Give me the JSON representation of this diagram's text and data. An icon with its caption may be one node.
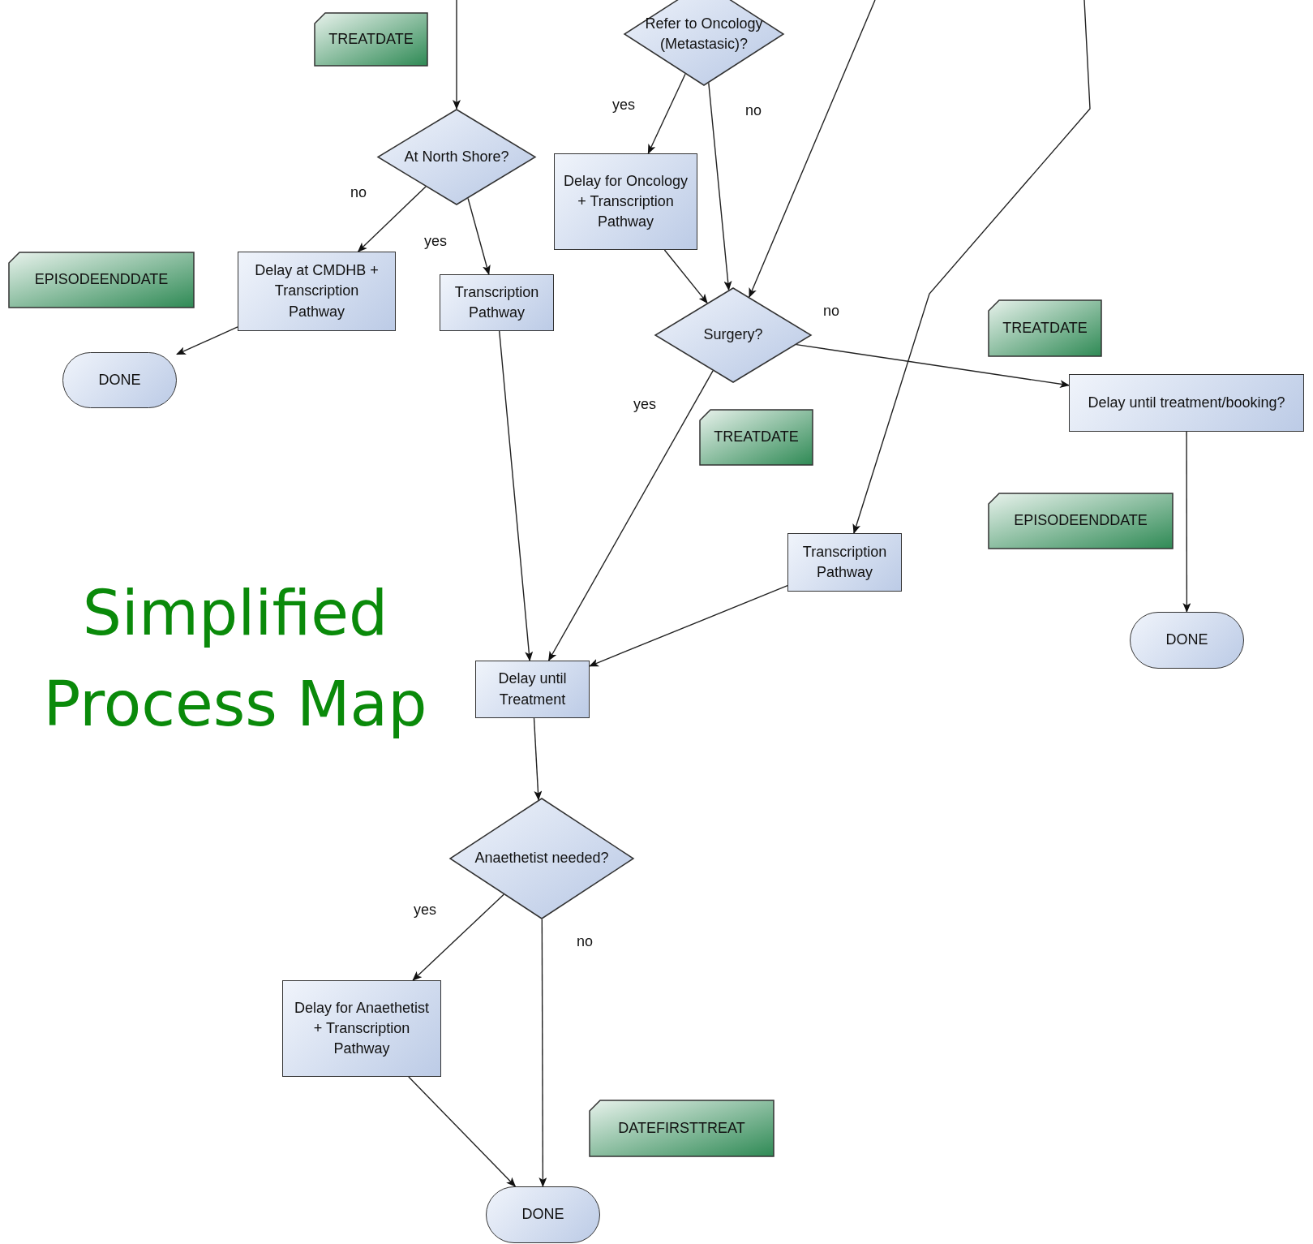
{
  "diagram": {
    "title": "Simplified Process Map",
    "nodes": [
      {
        "text": [
          "TREATDATE"
        ]
      },
      {
        "text": [
          "Refer to Oncology (Metastasic)?"
        ]
      },
      {
        "text": [
          "At North Shore?"
        ]
      },
      {
        "text": [
          "Delay for Oncology + Transcription Pathway"
        ]
      },
      {
        "text": [
          "Delay at CMDHB + Transcription Pathway"
        ]
      },
      {
        "text": [
          "EPISODEENDDATE"
        ]
      },
      {
        "text": [
          "Transcription Pathway"
        ]
      },
      {
        "text": [
          "Surgery?"
        ]
      },
      {
        "text": [
          "TREATDATE"
        ]
      },
      {
        "text": [
          "DONE"
        ]
      },
      {
        "text": [
          "Delay until treatment/booking?"
        ]
      },
      {
        "text": [
          "TREATDATE"
        ]
      },
      {
        "text": [
          "EPISODEENDDATE"
        ]
      },
      {
        "text": [
          "Transcription Pathway"
        ]
      },
      {
        "text": [
          "DONE"
        ]
      },
      {
        "text": [
          "Delay until Treatment"
        ]
      },
      {
        "text": [
          "Anaethetist needed?"
        ]
      },
      {
        "text": [
          "Delay for Anaethetist + Transcription Pathway"
        ]
      },
      {
        "text": [
          "DATEFIRSTTREAT"
        ]
      },
      {
        "text": [
          "DONE"
        ]
      }
    ],
    "edges": [
      {
        "from": null,
        "to": 2,
        "arrow": "to"
      },
      {
        "from": 1,
        "to": 3,
        "arrow": "to",
        "label": "yes"
      },
      {
        "from": 1,
        "to": 7,
        "arrow": "to",
        "label": "no"
      },
      {
        "from": null,
        "to": 7,
        "arrow": "to"
      },
      {
        "from": null,
        "to": 13,
        "arrow": "to"
      },
      {
        "from": 2,
        "to": 4,
        "arrow": "to",
        "label": "no"
      },
      {
        "from": 2,
        "to": 6,
        "arrow": "to",
        "label": "yes"
      },
      {
        "from": 3,
        "to": 7,
        "arrow": "to"
      },
      {
        "from": 4,
        "to": 9,
        "arrow": "to"
      },
      {
        "from": 6,
        "to": 15,
        "arrow": "to"
      },
      {
        "from": 7,
        "to": 15,
        "arrow": "to",
        "label": "yes"
      },
      {
        "from": 7,
        "to": 10,
        "arrow": "to",
        "label": "no"
      },
      {
        "from": 13,
        "to": 15,
        "arrow": "to"
      },
      {
        "from": 10,
        "to": 14,
        "arrow": "to"
      },
      {
        "from": 15,
        "to": 16,
        "arrow": "to"
      },
      {
        "from": 16,
        "to": 17,
        "arrow": "to",
        "label": "yes"
      },
      {
        "from": 16,
        "to": 19,
        "arrow": "to",
        "label": "no"
      },
      {
        "from": 17,
        "to": 19,
        "arrow": "to"
      }
    ]
  }
}
